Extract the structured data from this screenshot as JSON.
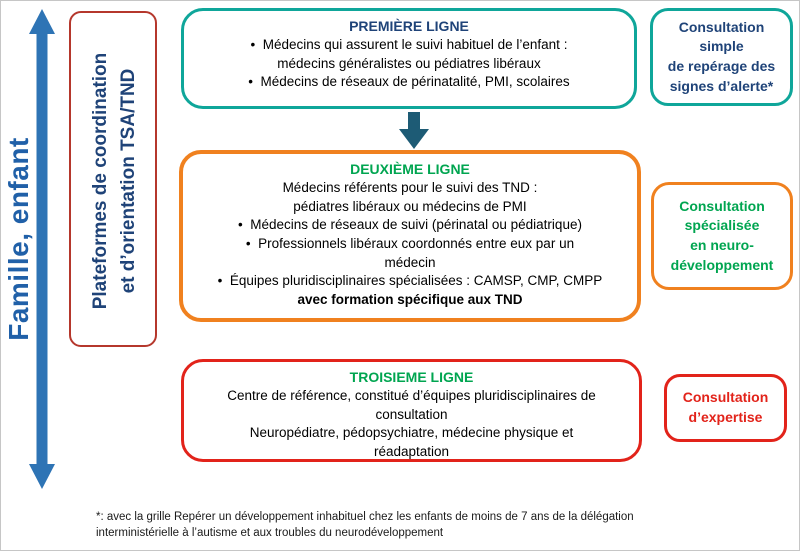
{
  "left": {
    "family_label": "Famille, enfant",
    "platform_label": "Plateformes de coordination\net d’orientation TSA/TND"
  },
  "boxes": [
    {
      "title": "PREMIÈRE LIGNE",
      "items": [
        {
          "bullet": true,
          "text": "Médecins qui assurent le suivi habituel de l’enfant :\nmédecins généralistes ou pédiatres libéraux"
        },
        {
          "bullet": true,
          "text": "Médecins de réseaux de périnatalité, PMI, scolaires"
        }
      ]
    },
    {
      "title": "DEUXIÈME LIGNE",
      "items": [
        {
          "bullet": false,
          "text": "Médecins référents pour le suivi des TND :\npédiatres libéraux ou médecins de PMI"
        },
        {
          "bullet": true,
          "text": "Médecins de réseaux de suivi (périnatal ou pédiatrique)"
        },
        {
          "bullet": true,
          "text": "Professionnels libéraux coordonnés entre eux par un\nmédecin"
        },
        {
          "bullet": true,
          "text": "Équipes pluridisciplinaires spécialisées : CAMSP, CMP, CMPP"
        },
        {
          "bullet": false,
          "bold": true,
          "text": "avec formation spécifique aux TND"
        }
      ]
    },
    {
      "title": "TROISIEME LIGNE",
      "items": [
        {
          "bullet": false,
          "text": "Centre de référence, constitué d’équipes pluridisciplinaires de\nconsultation"
        },
        {
          "bullet": false,
          "text": "Neuropédiatre, pédopsychiatre, médecine physique et\nréadaptation"
        }
      ]
    }
  ],
  "side_boxes": [
    {
      "text": "Consultation\nsimple\nde repérage des\nsignes d’alerte*"
    },
    {
      "text": "Consultation\nspécialisée\nen neuro-\ndéveloppement"
    },
    {
      "text": "Consultation\nd’expertise"
    }
  ],
  "footnote": "*: avec la grille Repérer un développement inhabituel chez les enfants de moins de 7 ans de la délégation\ninterministérielle à l’autisme et aux troubles du neurodéveloppement",
  "colors": {
    "teal": "#0FA69A",
    "orange": "#F0811F",
    "red": "#E2231A",
    "dark_red": "#B5372C",
    "navy": "#1F4378",
    "green": "#00A550",
    "blue_arrow": "#2E74B5",
    "down_arrow": "#1D5B75",
    "family_blue": "#2060A8"
  }
}
